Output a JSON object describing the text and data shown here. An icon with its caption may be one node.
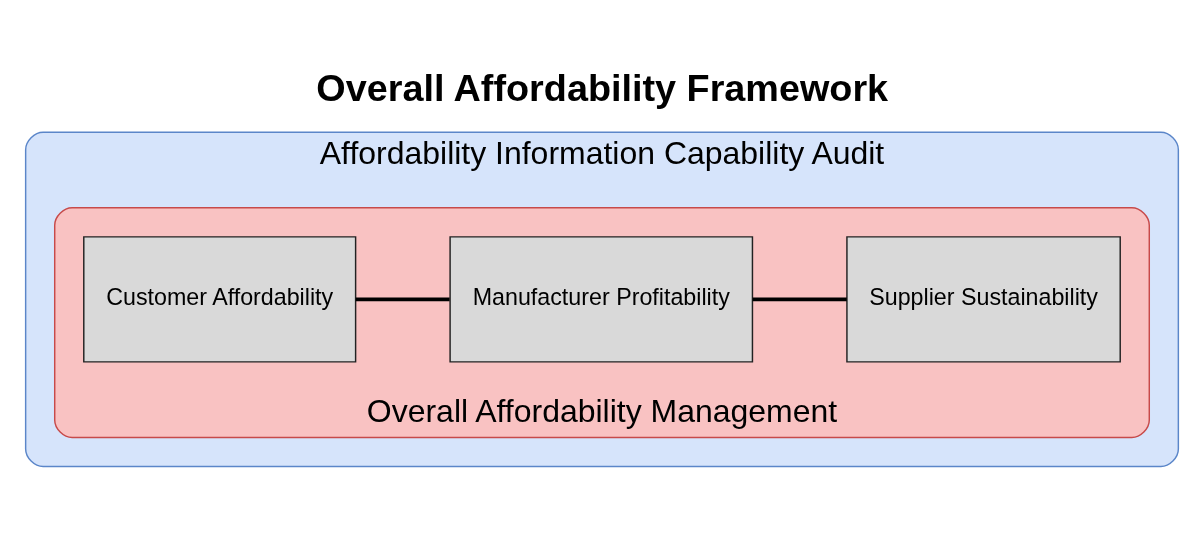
{
  "diagram": {
    "title": "Overall Affordability Framework",
    "nodes": [
      {
        "text": [
          "Affordability Information Capability Audit"
        ]
      },
      {
        "text": [
          "Overall Affordability Management"
        ],
        "in": 0
      },
      {
        "text": [
          "Customer Affordability"
        ],
        "in": 1
      },
      {
        "text": [
          "Manufacturer Profitability"
        ],
        "in": 1
      },
      {
        "text": [
          "Supplier Sustainability"
        ],
        "in": 1
      }
    ],
    "edges": [
      {
        "from": 2,
        "to": 3,
        "arrow": "none"
      },
      {
        "from": 3,
        "to": 4,
        "arrow": "none"
      }
    ]
  }
}
